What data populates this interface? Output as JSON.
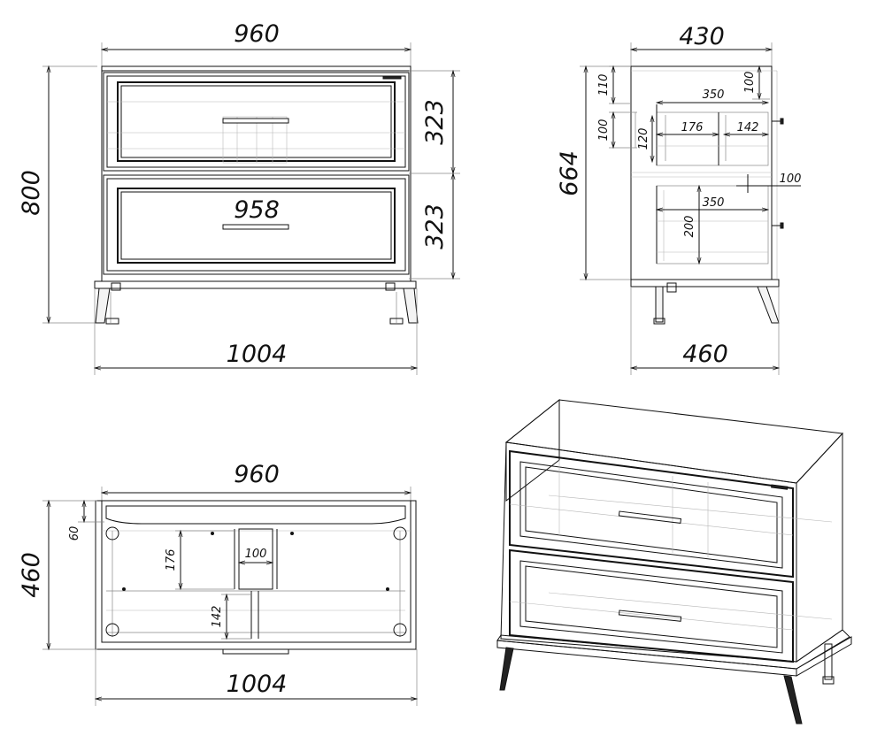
{
  "front_view": {
    "width_top": "960",
    "height_total": "800",
    "drawer_top_height": "323",
    "drawer_bottom_height": "323",
    "inner_width": "958",
    "width_bottom": "1004"
  },
  "side_view": {
    "depth_top": "430",
    "height_body": "664",
    "top_gap": "110",
    "top_right": "100",
    "upper_depth": "350",
    "left_step": "100",
    "upper_inner_height": "120",
    "upper_cut_left": "176",
    "upper_cut_right": "142",
    "right_step": "100",
    "lower_depth": "350",
    "lower_inner_height": "200",
    "depth_bottom": "460"
  },
  "top_view": {
    "width_top": "960",
    "depth": "460",
    "front_offset": "60",
    "cut_height": "176",
    "cut_width": "100",
    "lower_cut_height": "142",
    "width_bottom": "1004"
  }
}
